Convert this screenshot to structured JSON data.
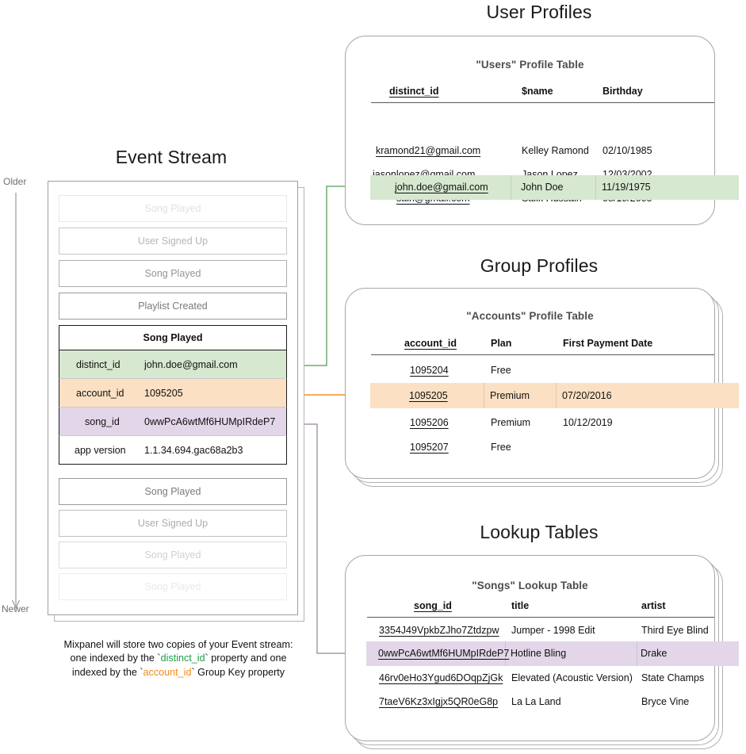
{
  "sections": {
    "event_stream_title": "Event Stream",
    "user_profiles_title": "User Profiles",
    "group_profiles_title": "Group Profiles",
    "lookup_tables_title": "Lookup Tables"
  },
  "time_axis": {
    "older_label": "Older",
    "newer_label": "Newer"
  },
  "event_stream": {
    "events_above": [
      {
        "label": "Song Played",
        "opacity": 0.22
      },
      {
        "label": "User Signed Up",
        "opacity": 0.55
      },
      {
        "label": "Song Played",
        "opacity": 0.8
      },
      {
        "label": "Playlist Created",
        "opacity": 1.0
      }
    ],
    "focused_event": {
      "name": "Song Played",
      "properties": [
        {
          "key": "distinct_id",
          "value": "john.doe@gmail.com",
          "highlight": "green"
        },
        {
          "key": "account_id",
          "value": "1095205",
          "highlight": "orange"
        },
        {
          "key": "song_id",
          "value": "0wwPcA6wtMf6HUMpIRdeP7",
          "highlight": "purple"
        },
        {
          "key": "app version",
          "value": "1.1.34.694.gac68a2b3",
          "highlight": "none"
        }
      ]
    },
    "events_below": [
      {
        "label": "Song Played",
        "opacity": 1.0
      },
      {
        "label": "User Signed Up",
        "opacity": 0.62
      },
      {
        "label": "Song Played",
        "opacity": 0.34
      },
      {
        "label": "Song Played",
        "opacity": 0.16
      }
    ]
  },
  "users_table": {
    "title": "\"Users\" Profile Table",
    "columns": [
      "distinct_id",
      "$name",
      "Birthday"
    ],
    "rows": [
      {
        "cells": [
          "kramond21@gmail.com",
          "Kelley Ramond",
          "02/10/1985"
        ],
        "highlight": false
      },
      {
        "cells": [
          "jasonlopez@gmail.com",
          "Jason Lopez",
          "12/03/2002"
        ],
        "highlight": false
      },
      {
        "cells": [
          "salh@gmail.com",
          "Salik Hussain",
          "08/19/2005"
        ],
        "highlight": false
      },
      {
        "cells": [
          "john.doe@gmail.com",
          "John Doe",
          "11/19/1975"
        ],
        "highlight": true
      }
    ]
  },
  "accounts_table": {
    "title": "\"Accounts\" Profile Table",
    "columns": [
      "account_id",
      "Plan",
      "First Payment Date"
    ],
    "rows": [
      {
        "cells": [
          "1095204",
          "Free",
          ""
        ],
        "highlight": false
      },
      {
        "cells": [
          "1095205",
          "Premium",
          "07/20/2016"
        ],
        "highlight": true
      },
      {
        "cells": [
          "1095206",
          "Premium",
          "10/12/2019"
        ],
        "highlight": false
      },
      {
        "cells": [
          "1095207",
          "Free",
          ""
        ],
        "highlight": false
      }
    ]
  },
  "songs_table": {
    "title": "\"Songs\" Lookup Table",
    "columns": [
      "song_id",
      "title",
      "artist"
    ],
    "rows": [
      {
        "cells": [
          "3354J49VpkbZJho7Ztdzpw",
          "Jumper - 1998 Edit",
          "Third Eye Blind"
        ],
        "highlight": false
      },
      {
        "cells": [
          "0wwPcA6wtMf6HUMpIRdeP7",
          "Hotline Bling",
          "Drake"
        ],
        "highlight": true
      },
      {
        "cells": [
          "46rv0eHo3Ygud6DOqpZjGk",
          "Elevated (Acoustic Version)",
          "State Champs"
        ],
        "highlight": false
      },
      {
        "cells": [
          "7taeV6Kz3xIgjx5QR0eG8p",
          "La La Land",
          "Bryce Vine"
        ],
        "highlight": false
      }
    ]
  },
  "caption": {
    "line1": "Mixpanel will store two copies of your Event stream:",
    "line2_pre": "one indexed by the `",
    "line2_key": "distinct_id",
    "line2_post": "` property and one",
    "line3_pre": "indexed by the `",
    "line3_key": "account_id",
    "line3_post": "` Group Key property"
  },
  "colors": {
    "green_fill": "#d6e8cf",
    "orange_fill": "#fbe0c3",
    "purple_fill": "#e3d6e9",
    "green_arrow": "#72ac6e",
    "orange_arrow": "#f0a043",
    "purple_arrow": "#a899ab",
    "card_border": "#a6a6a6",
    "caption_green": "#1e9e4a",
    "caption_orange": "#f08a1c"
  }
}
